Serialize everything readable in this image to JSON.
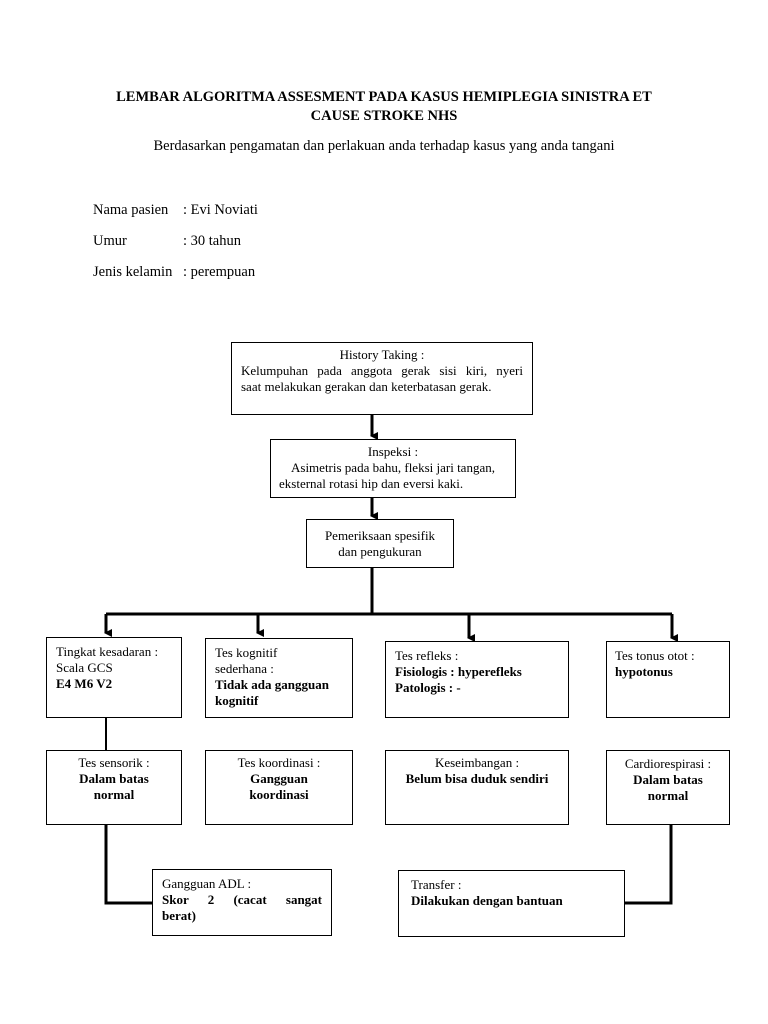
{
  "document": {
    "title_line1": "LEMBAR ALGORITMA ASSESMENT PADA KASUS HEMIPLEGIA SINISTRA ET",
    "title_line2": "CAUSE STROKE NHS",
    "subtitle": "Berdasarkan pengamatan dan perlakuan anda terhadap kasus yang anda tangani"
  },
  "patient": {
    "name_label": "Nama pasien",
    "name_value": ": Evi Noviati",
    "age_label": "Umur",
    "age_value": ": 30 tahun",
    "sex_label": "Jenis kelamin",
    "sex_value": ": perempuan"
  },
  "flow": {
    "history": {
      "head": "History Taking :",
      "line1": "Kelumpuhan pada anggota gerak sisi kiri, nyeri",
      "line2": "saat melakukan gerakan dan keterbatasan gerak."
    },
    "inspeksi": {
      "head": "Inspeksi :",
      "line1": "Asimetris pada bahu, fleksi jari tangan,",
      "line2": "eksternal rotasi hip dan eversi kaki."
    },
    "pemeriksaan": {
      "line1": "Pemeriksaan spesifik",
      "line2": "dan pengukuran"
    },
    "kesadaran": {
      "head1": "Tingkat kesadaran :",
      "head2": "Scala GCS",
      "body": "E4 M6 V2"
    },
    "kognitif": {
      "head1": "Tes kognitif",
      "head2": "sederhana :",
      "body1": "Tidak ada gangguan",
      "body2": "kognitif"
    },
    "refleks": {
      "head": "Tes refleks :",
      "body1": "Fisiologis : hyperefleks",
      "body2": "Patologis : -"
    },
    "tonus": {
      "head": "Tes tonus otot :",
      "body": "hypotonus"
    },
    "sensorik": {
      "head": "Tes sensorik :",
      "body1": "Dalam batas",
      "body2": "normal"
    },
    "koordinasi": {
      "head": "Tes koordinasi :",
      "body1": "Gangguan",
      "body2": "koordinasi"
    },
    "keseimbangan": {
      "head": "Keseimbangan :",
      "body": "Belum bisa duduk sendiri"
    },
    "cardio": {
      "head": "Cardiorespirasi :",
      "body1": "Dalam batas",
      "body2": "normal"
    },
    "adl": {
      "head": "Gangguan ADL :",
      "body1": "Skor 2 (cacat sangat",
      "body2": "berat)"
    },
    "transfer": {
      "head": "Transfer :",
      "body": "Dilakukan dengan bantuan"
    }
  }
}
